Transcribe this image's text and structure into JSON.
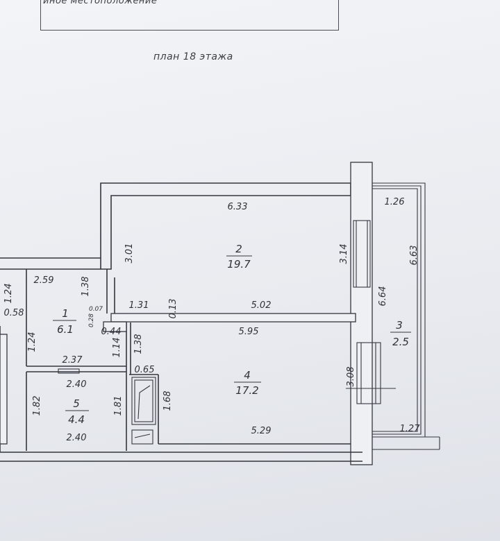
{
  "header": {
    "stamp_text": "иное местоположение",
    "floor_title": "план 18 этажа"
  },
  "rooms": [
    {
      "number": "1",
      "area": "6.1"
    },
    {
      "number": "2",
      "area": "19.7"
    },
    {
      "number": "3",
      "area": "2.5"
    },
    {
      "number": "4",
      "area": "17.2"
    },
    {
      "number": "5",
      "area": "4.4"
    }
  ],
  "dimensions": {
    "d_6_33": "6.33",
    "d_3_01": "3.01",
    "d_3_14": "3.14",
    "d_1_26": "1.26",
    "d_6_63": "6.63",
    "d_6_64": "6.64",
    "d_2_59": "2.59",
    "d_1_38_a": "1.38",
    "d_1_24_a": "1.24",
    "d_0_58": "0.58",
    "d_0_07": "0.07",
    "d_0_28": "0.28",
    "d_1_31": "1.31",
    "d_0_13": "0.13",
    "d_5_02": "5.02",
    "d_5_95": "5.95",
    "d_0_44": "0.44",
    "d_1_38_b": "1.38",
    "d_1_24_b": "1.24",
    "d_1_14": "1.14",
    "d_2_37": "2.37",
    "d_0_65": "0.65",
    "d_2_40_a": "2.40",
    "d_1_82": "1.82",
    "d_1_81": "1.81",
    "d_1_68": "1.68",
    "d_3_08": "3.08",
    "d_2_40_b": "2.40",
    "d_5_29": "5.29",
    "d_1_27": "1.27"
  }
}
